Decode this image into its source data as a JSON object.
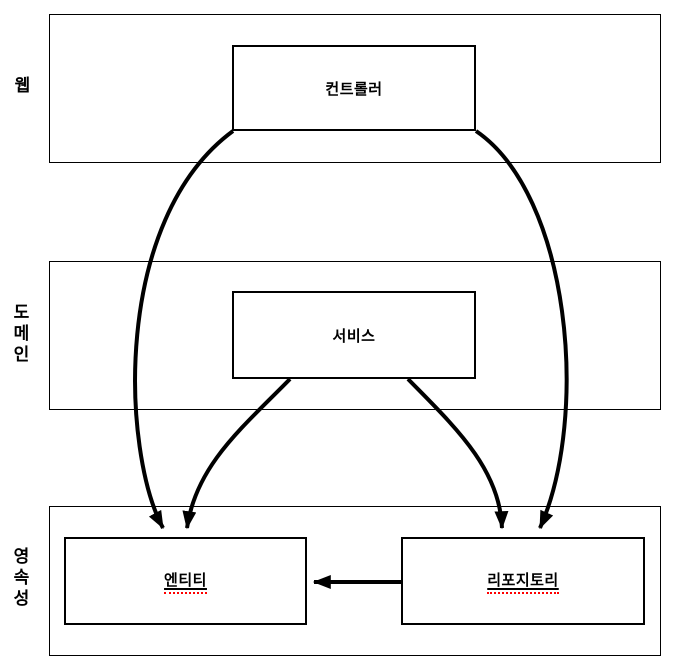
{
  "diagram": {
    "colors": {
      "line": "#000000",
      "background": "#ffffff",
      "spellcheck_underline": "#ff0000"
    },
    "layers": [
      {
        "label": "웹",
        "components": [
          {
            "label": "컨트롤러",
            "spellcheck_underline": false
          }
        ]
      },
      {
        "label": "도메인",
        "components": [
          {
            "label": "서비스",
            "spellcheck_underline": false
          }
        ]
      },
      {
        "label": "영속성",
        "components": [
          {
            "label": "엔티티",
            "spellcheck_underline": true
          },
          {
            "label": "리포지토리",
            "spellcheck_underline": true
          }
        ]
      }
    ],
    "arrows": [
      {
        "from": "컨트롤러",
        "to": "엔티티",
        "style": "curved"
      },
      {
        "from": "컨트롤러",
        "to": "리포지토리",
        "style": "curved"
      },
      {
        "from": "서비스",
        "to": "엔티티",
        "style": "curved"
      },
      {
        "from": "서비스",
        "to": "리포지토리",
        "style": "curved"
      },
      {
        "from": "리포지토리",
        "to": "엔티티",
        "style": "straight"
      }
    ]
  }
}
